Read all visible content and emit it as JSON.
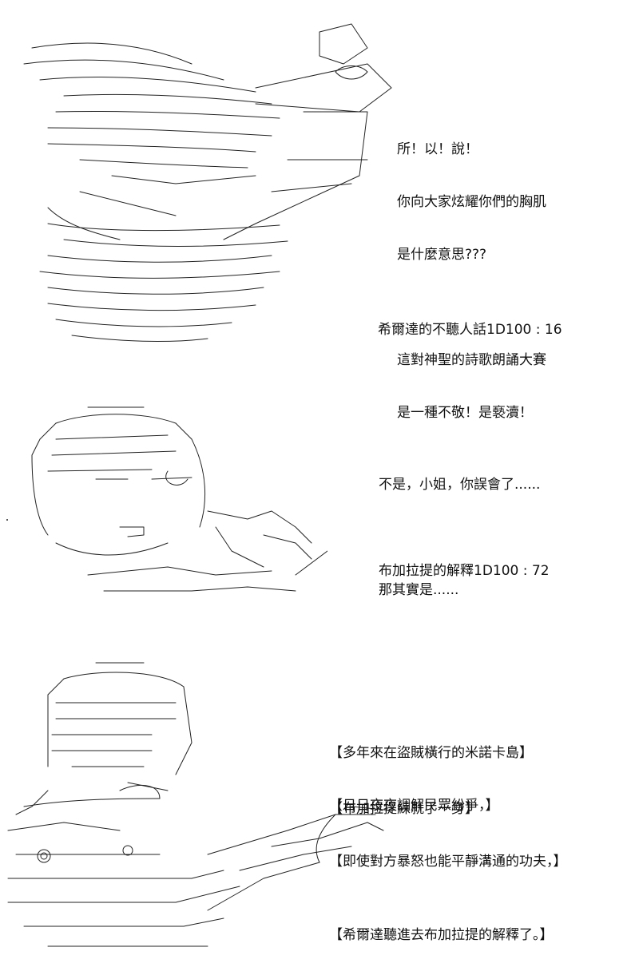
{
  "panel1": {
    "lines": [
      "所！以！說！",
      "你向大家炫耀你們的胸肌",
      "是什麼意思???",
      "",
      "這對神聖的詩歌朗誦大賽",
      "是一種不敬！是褻瀆！"
    ],
    "roll": "希爾達的不聽人話1D100 : 16"
  },
  "panel2": {
    "lines": [
      "不是，小姐，你誤會了......",
      "",
      "那其實是......"
    ],
    "roll": "布加拉提的解釋1D100 : 72"
  },
  "panel3": {
    "lines_a": [
      "【多年來在盜賊橫行的米諾卡島】",
      "【日日夜夜調解民眾紛爭，】"
    ],
    "lines_b": [
      "【布加拉提練就了一身】",
      "【即使對方暴怒也能平靜溝通的功夫，】"
    ],
    "lines_c": [
      "【希爾達聽進去布加拉提的解釋了。】"
    ]
  }
}
